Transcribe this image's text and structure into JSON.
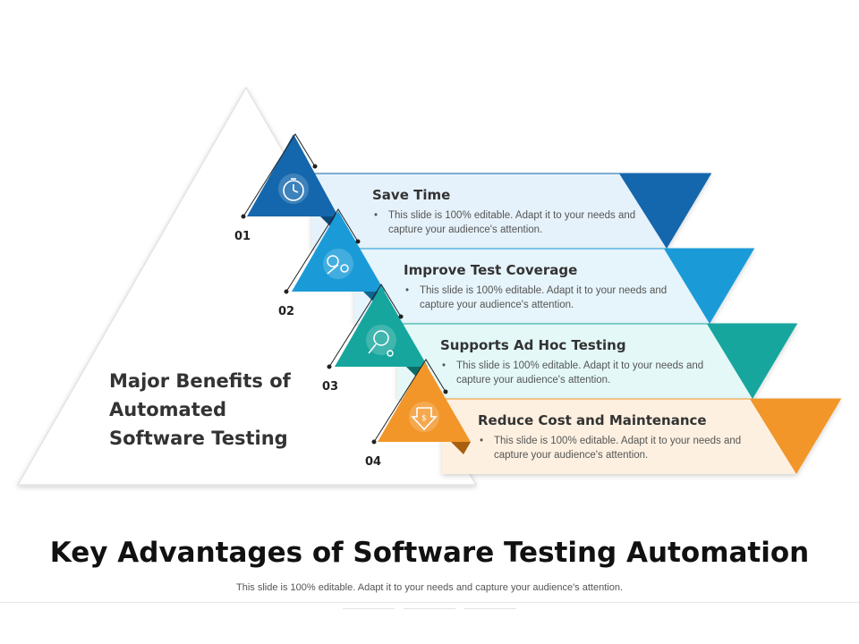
{
  "slide": {
    "title": "Key Advantages of Software Testing Automation",
    "subtitle": "This slide is 100% editable. Adapt it to your needs and capture your audience's attention.",
    "pyramid_label": "Major Benefits of Automated Software Testing"
  },
  "steps": [
    {
      "number": "01",
      "title": "Save Time",
      "description": "This slide is 100% editable. Adapt it to your needs and capture your audience's attention.",
      "color": "#1467ad",
      "band_fill": "#e6f2fb",
      "icon": "stopwatch-icon"
    },
    {
      "number": "02",
      "title": "Improve Test Coverage",
      "description": "This slide is 100% editable. Adapt it to your needs and capture your audience's attention.",
      "color": "#1a9bd8",
      "band_fill": "#e6f4fb",
      "icon": "gears-wrench-icon"
    },
    {
      "number": "03",
      "title": "Supports Ad Hoc Testing",
      "description": "This slide is 100% editable. Adapt it to your needs and capture your audience's attention.",
      "color": "#16a69e",
      "band_fill": "#e4f8f8",
      "icon": "magnifier-gear-icon"
    },
    {
      "number": "04",
      "title": "Reduce Cost and Maintenance",
      "description": "This slide is 100% editable. Adapt it to your needs and capture your audience's attention.",
      "color": "#f2962a",
      "band_fill": "#fdf0e0",
      "icon": "dollar-down-icon"
    }
  ]
}
